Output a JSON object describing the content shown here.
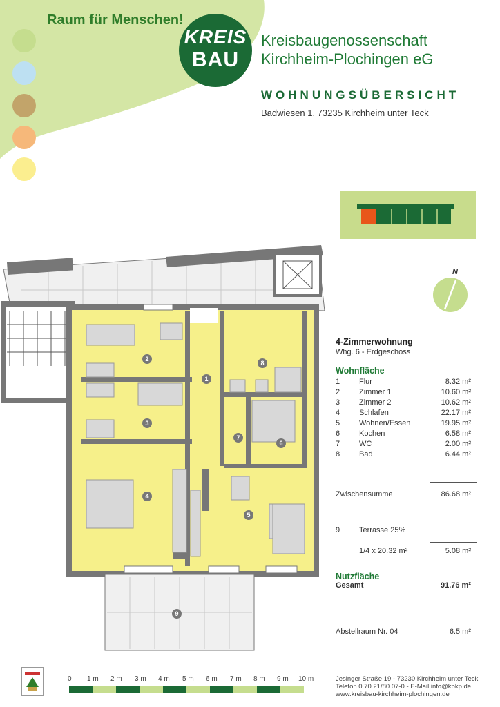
{
  "header": {
    "slogan": "Raum für Menschen!",
    "logo_top": "KREIS",
    "logo_bottom": "BAU",
    "company_line1": "Kreisbaugenossenschaft",
    "company_line2": "Kirchheim-Plochingen eG",
    "title": "WOHNUNGSÜBERSICHT",
    "address": "Badwiesen 1, 73235 Kirchheim unter Teck"
  },
  "colors": {
    "brand_green": "#1b6a35",
    "light_green": "#d4e6a5",
    "dot_colors": [
      "#c5dd8e",
      "#bde0f2",
      "#c2a46a",
      "#f6b87a",
      "#fbee8f"
    ],
    "room_yellow": "#f6f08a"
  },
  "compass": {
    "label": "N"
  },
  "apartment": {
    "type": "4-Zimmerwohnung",
    "subtitle": "Whg. 6 - Erdgeschoss",
    "wohnflaeche_label": "Wohnfläche",
    "rooms": [
      {
        "no": "1",
        "name": "Flur",
        "area": "8.32 m²"
      },
      {
        "no": "2",
        "name": "Zimmer 1",
        "area": "10.60 m²"
      },
      {
        "no": "3",
        "name": "Zimmer 2",
        "area": "10.62 m²"
      },
      {
        "no": "4",
        "name": "Schlafen",
        "area": "22.17 m²"
      },
      {
        "no": "5",
        "name": "Wohnen/Essen",
        "area": "19.95 m²"
      },
      {
        "no": "6",
        "name": "Kochen",
        "area": "6.58 m²"
      },
      {
        "no": "7",
        "name": "WC",
        "area": "2.00 m²"
      },
      {
        "no": "8",
        "name": "Bad",
        "area": "6.44 m²"
      }
    ],
    "subtotal_label": "Zwischensumme",
    "subtotal_value": "86.68 m²",
    "terrace_no": "9",
    "terrace_name": "Terrasse 25%",
    "terrace_calc": "1/4 x 20.32 m²",
    "terrace_value": "5.08 m²",
    "total_label": "Gesamt",
    "total_value": "91.76 m²",
    "nutzflaeche_label": "Nutzfläche",
    "storage_name": "Abstellraum Nr. 04",
    "storage_value": "6.5 m²"
  },
  "plan_labels": [
    "1",
    "2",
    "3",
    "4",
    "5",
    "6",
    "7",
    "8",
    "9"
  ],
  "scale": {
    "labels": [
      "0",
      "1 m",
      "2 m",
      "3 m",
      "4 m",
      "5 m",
      "6 m",
      "7 m",
      "8 m",
      "9 m",
      "10 m"
    ]
  },
  "footer": {
    "line1": "Jesinger Straße 19 - 73230 Kirchheim unter Teck",
    "line2": "Telefon 0 70 21/80 07-0 - E-Mail info@kbkp.de",
    "line3": "www.kreisbau-kirchheim-plochingen.de"
  }
}
